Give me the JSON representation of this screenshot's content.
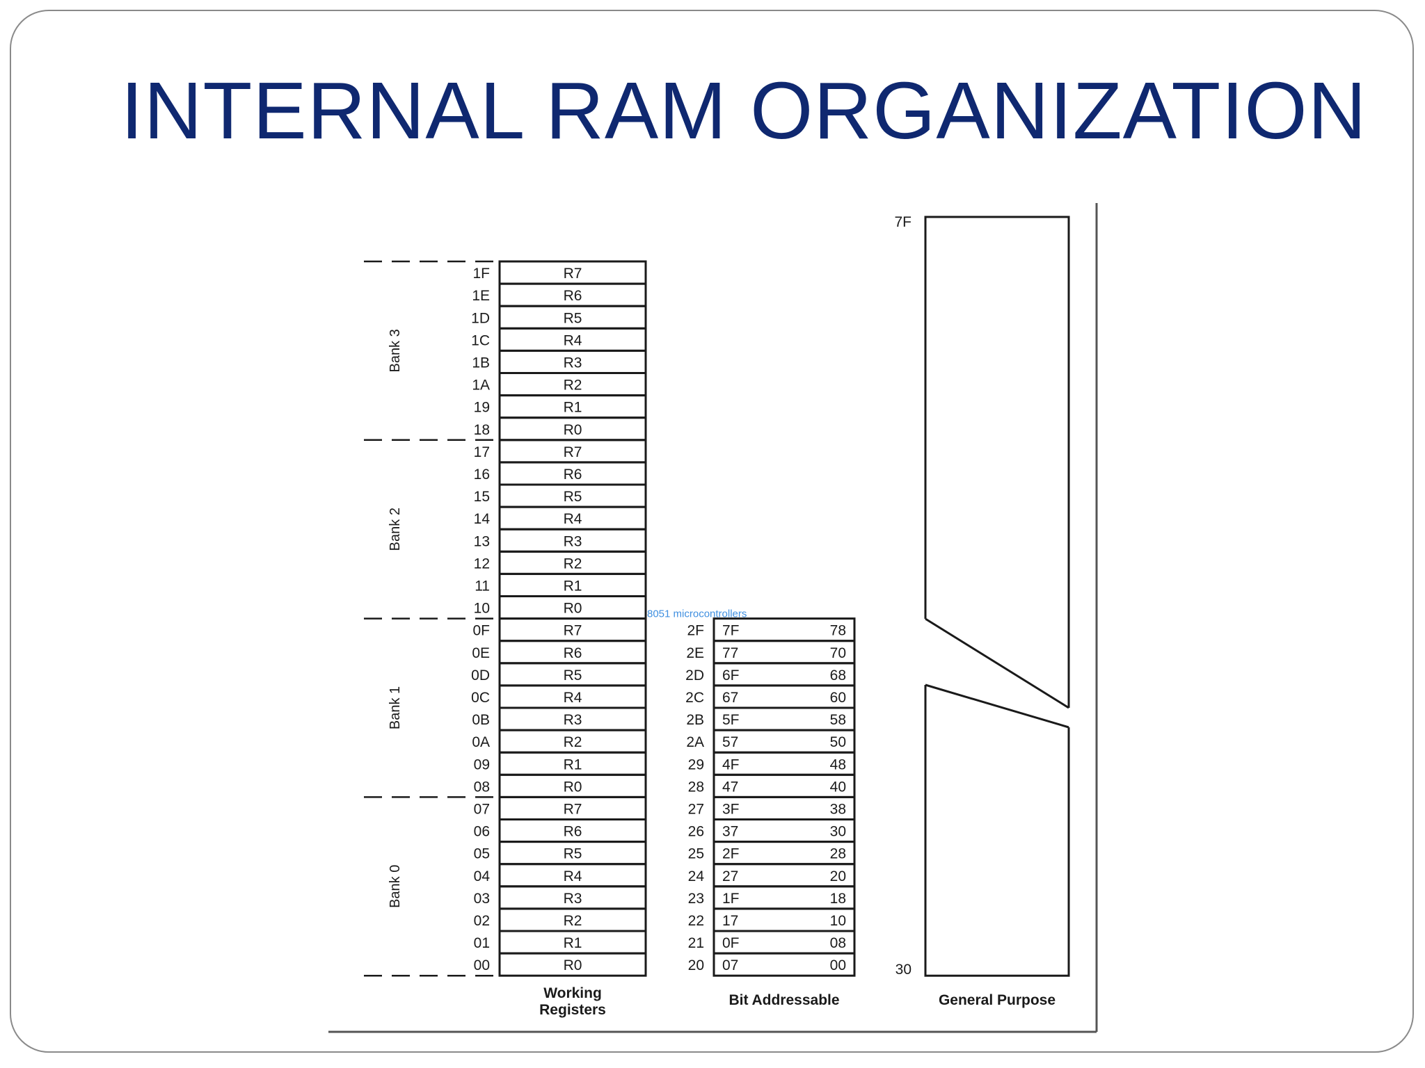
{
  "slide": {
    "title": "INTERNAL RAM ORGANIZATION"
  },
  "diagram": {
    "watermark": "8051 microcontrollers",
    "banks": [
      "Bank 3",
      "Bank 2",
      "Bank 1",
      "Bank 0"
    ],
    "working_registers": {
      "caption_line1": "Working",
      "caption_line2": "Registers",
      "rows": [
        {
          "addr": "1F",
          "reg": "R7"
        },
        {
          "addr": "1E",
          "reg": "R6"
        },
        {
          "addr": "1D",
          "reg": "R5"
        },
        {
          "addr": "1C",
          "reg": "R4"
        },
        {
          "addr": "1B",
          "reg": "R3"
        },
        {
          "addr": "1A",
          "reg": "R2"
        },
        {
          "addr": "19",
          "reg": "R1"
        },
        {
          "addr": "18",
          "reg": "R0"
        },
        {
          "addr": "17",
          "reg": "R7"
        },
        {
          "addr": "16",
          "reg": "R6"
        },
        {
          "addr": "15",
          "reg": "R5"
        },
        {
          "addr": "14",
          "reg": "R4"
        },
        {
          "addr": "13",
          "reg": "R3"
        },
        {
          "addr": "12",
          "reg": "R2"
        },
        {
          "addr": "11",
          "reg": "R1"
        },
        {
          "addr": "10",
          "reg": "R0"
        },
        {
          "addr": "0F",
          "reg": "R7"
        },
        {
          "addr": "0E",
          "reg": "R6"
        },
        {
          "addr": "0D",
          "reg": "R5"
        },
        {
          "addr": "0C",
          "reg": "R4"
        },
        {
          "addr": "0B",
          "reg": "R3"
        },
        {
          "addr": "0A",
          "reg": "R2"
        },
        {
          "addr": "09",
          "reg": "R1"
        },
        {
          "addr": "08",
          "reg": "R0"
        },
        {
          "addr": "07",
          "reg": "R7"
        },
        {
          "addr": "06",
          "reg": "R6"
        },
        {
          "addr": "05",
          "reg": "R5"
        },
        {
          "addr": "04",
          "reg": "R4"
        },
        {
          "addr": "03",
          "reg": "R3"
        },
        {
          "addr": "02",
          "reg": "R2"
        },
        {
          "addr": "01",
          "reg": "R1"
        },
        {
          "addr": "00",
          "reg": "R0"
        }
      ]
    },
    "bit_addressable": {
      "caption": "Bit Addressable",
      "rows": [
        {
          "addr": "2F",
          "hi": "7F",
          "lo": "78"
        },
        {
          "addr": "2E",
          "hi": "77",
          "lo": "70"
        },
        {
          "addr": "2D",
          "hi": "6F",
          "lo": "68"
        },
        {
          "addr": "2C",
          "hi": "67",
          "lo": "60"
        },
        {
          "addr": "2B",
          "hi": "5F",
          "lo": "58"
        },
        {
          "addr": "2A",
          "hi": "57",
          "lo": "50"
        },
        {
          "addr": "29",
          "hi": "4F",
          "lo": "48"
        },
        {
          "addr": "28",
          "hi": "47",
          "lo": "40"
        },
        {
          "addr": "27",
          "hi": "3F",
          "lo": "38"
        },
        {
          "addr": "26",
          "hi": "37",
          "lo": "30"
        },
        {
          "addr": "25",
          "hi": "2F",
          "lo": "28"
        },
        {
          "addr": "24",
          "hi": "27",
          "lo": "20"
        },
        {
          "addr": "23",
          "hi": "1F",
          "lo": "18"
        },
        {
          "addr": "22",
          "hi": "17",
          "lo": "10"
        },
        {
          "addr": "21",
          "hi": "0F",
          "lo": "08"
        },
        {
          "addr": "20",
          "hi": "07",
          "lo": "00"
        }
      ]
    },
    "general_purpose": {
      "caption": "General Purpose",
      "top_addr": "7F",
      "bottom_addr": "30"
    }
  }
}
